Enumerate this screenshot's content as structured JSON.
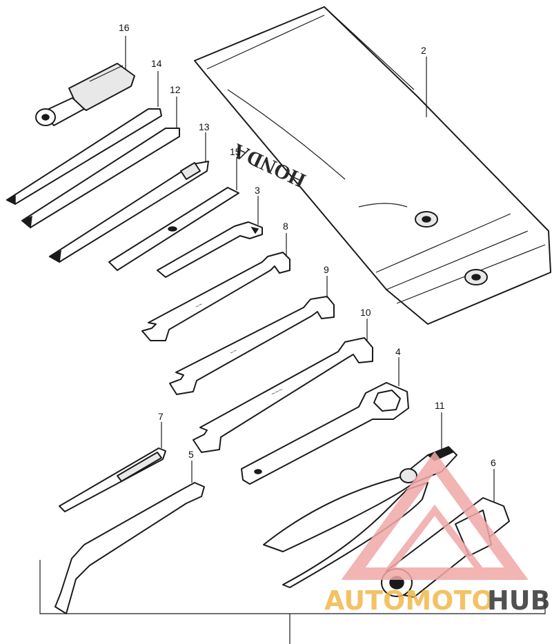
{
  "callouts": {
    "c16": "16",
    "c14": "14",
    "c12": "12",
    "c13": "13",
    "c15": "15",
    "c3": "3",
    "c8": "8",
    "c9": "9",
    "c10": "10",
    "c4": "4",
    "c2": "2",
    "c7": "7",
    "c5": "5",
    "c11": "11",
    "c6": "6"
  },
  "pouch_mark": "HONDA",
  "watermark": {
    "part1": "AUTOMOTO",
    "part2": "HUB",
    "color_primary": "#f2b84b",
    "color_secondary": "#f2a7a7",
    "color_dark": "#333333"
  }
}
